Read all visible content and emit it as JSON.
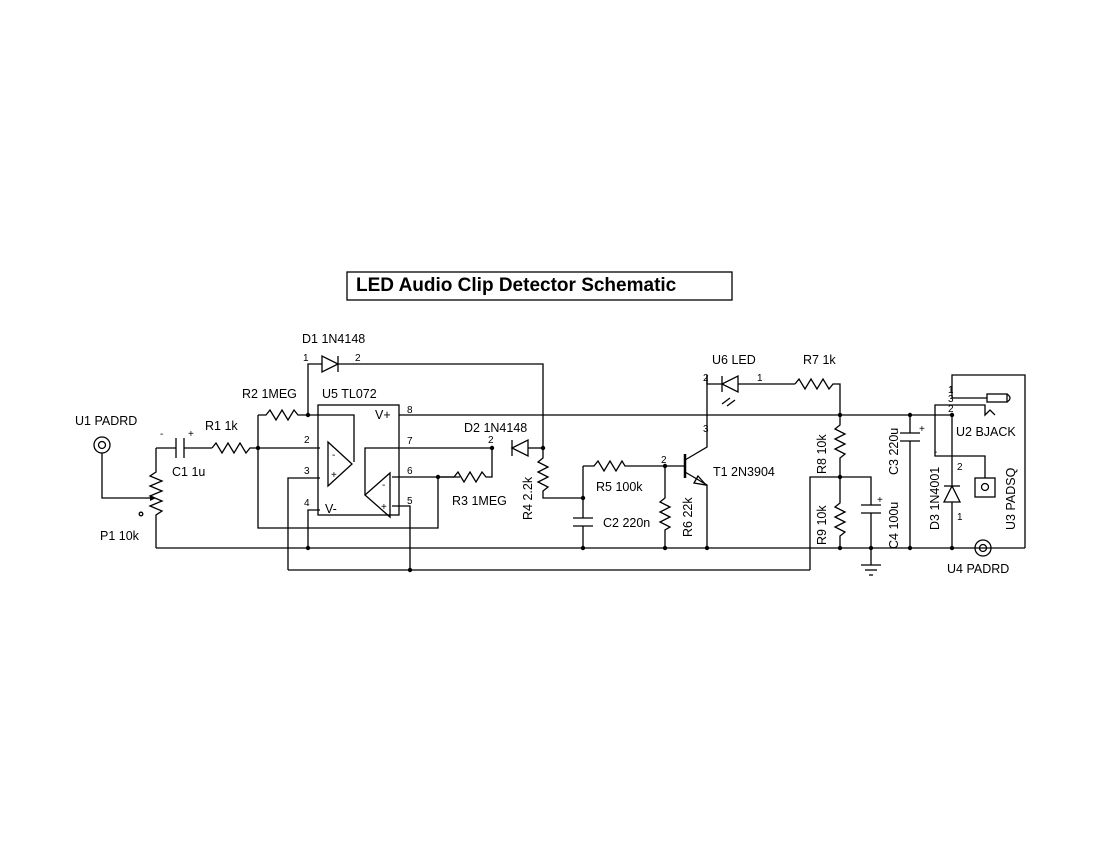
{
  "title": "LED Audio Clip Detector Schematic",
  "components": {
    "U1": {
      "label": "U1 PADRD"
    },
    "P1": {
      "label": "P1 10k"
    },
    "C1": {
      "label": "C1 1u",
      "neg": "-",
      "pos": "+"
    },
    "R1": {
      "label": "R1 1k"
    },
    "R2": {
      "label": "R2 1MEG"
    },
    "D1": {
      "label": "D1 1N4148",
      "pin1": "1",
      "pin2": "2"
    },
    "U5": {
      "label": "U5 TL072",
      "vplus": "V+",
      "vminus": "V-",
      "pins": [
        "2",
        "3",
        "4",
        "5",
        "6",
        "7",
        "8"
      ],
      "minus": "-",
      "plus": "+"
    },
    "D2": {
      "label": "D2 1N4148",
      "pin2": "2"
    },
    "R3": {
      "label": "R3 1MEG"
    },
    "R4": {
      "label": "R4 2.2k"
    },
    "R5": {
      "label": "R5 100k"
    },
    "C2": {
      "label": "C2 220n"
    },
    "R6": {
      "label": "R6 22k"
    },
    "T1": {
      "label": "T1 2N3904",
      "pin2": "2",
      "pin3": "3"
    },
    "U6": {
      "label": "U6 LED",
      "pin1": "1",
      "pin2": "2"
    },
    "R7": {
      "label": "R7 1k"
    },
    "R8": {
      "label": "R8 10k"
    },
    "R9": {
      "label": "R9 10k"
    },
    "C4": {
      "label": "C4 100u",
      "pos": "+",
      "neg": "-"
    },
    "C3": {
      "label": "C3 220u",
      "pos": "+"
    },
    "D3": {
      "label": "D3 1N4001",
      "pin1": "1",
      "pin2": "2",
      "neg": "-"
    },
    "U2": {
      "label": "U2 BJACK",
      "pin1": "1",
      "pin2": "2",
      "pin3": "3"
    },
    "U3": {
      "label": "U3 PADSQ"
    },
    "U4": {
      "label": "U4 PADRD"
    }
  }
}
